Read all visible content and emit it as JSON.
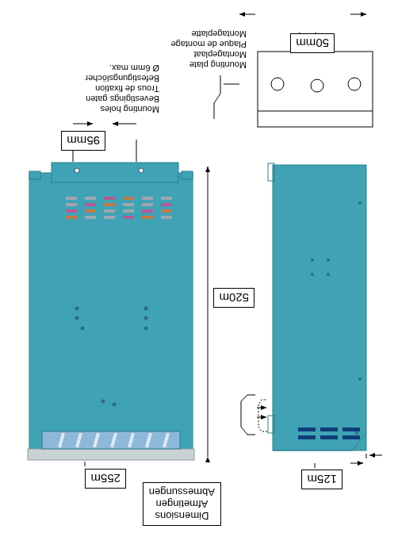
{
  "diagram": {
    "nodes": [
      {
        "text": [
          "Dimensions",
          "Afmetingen",
          "Abmessungen"
        ]
      },
      {
        "text": [
          "255m"
        ]
      },
      {
        "text": [
          "125m"
        ]
      },
      {
        "text": [
          "520m"
        ]
      },
      {
        "text": [
          "95mm"
        ]
      },
      {
        "text": [
          "50mm"
        ]
      }
    ],
    "labels": [
      "Mounting holes",
      "Bevestigings gaten",
      "Trous de fixation",
      "Befestigungslöcher",
      "Ø 6mm max.",
      "Mounting plate",
      "Montageplaat",
      "Plaque de montage",
      "Montageplatte"
    ]
  }
}
